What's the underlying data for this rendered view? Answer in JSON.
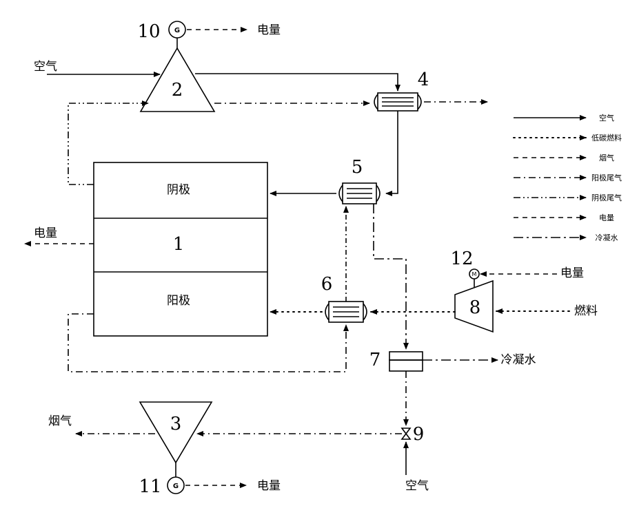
{
  "components": {
    "fuel_cell": {
      "number": "1",
      "cathode": "阴极",
      "anode": "阳极"
    },
    "compressor": {
      "number": "2"
    },
    "turbine": {
      "number": "3"
    },
    "hx4": {
      "number": "4"
    },
    "hx5": {
      "number": "5"
    },
    "hx6": {
      "number": "6"
    },
    "condenser": {
      "number": "7"
    },
    "reformer": {
      "number": "8"
    },
    "valve": {
      "number": "9"
    },
    "gen10": {
      "number": "10",
      "symbol": "G"
    },
    "gen11": {
      "number": "11",
      "symbol": "G"
    },
    "motor12": {
      "number": "12",
      "symbol": "M"
    }
  },
  "labels": {
    "air_in_top": "空气",
    "power_top": "电量",
    "power_left": "电量",
    "power_motor": "电量",
    "fuel": "燃料",
    "condensate": "冷凝水",
    "flue_gas": "烟气",
    "power_bottom": "电量",
    "air_in_bottom": "空气"
  },
  "legend": [
    {
      "label": "空气",
      "style": "solid"
    },
    {
      "label": "低碳燃料",
      "style": "dotted"
    },
    {
      "label": "烟气",
      "style": "dashed"
    },
    {
      "label": "阳极尾气",
      "style": "dashdot"
    },
    {
      "label": "阴极尾气",
      "style": "dashdotdot"
    },
    {
      "label": "电量",
      "style": "dashed"
    },
    {
      "label": "冷凝水",
      "style": "longdash"
    }
  ]
}
